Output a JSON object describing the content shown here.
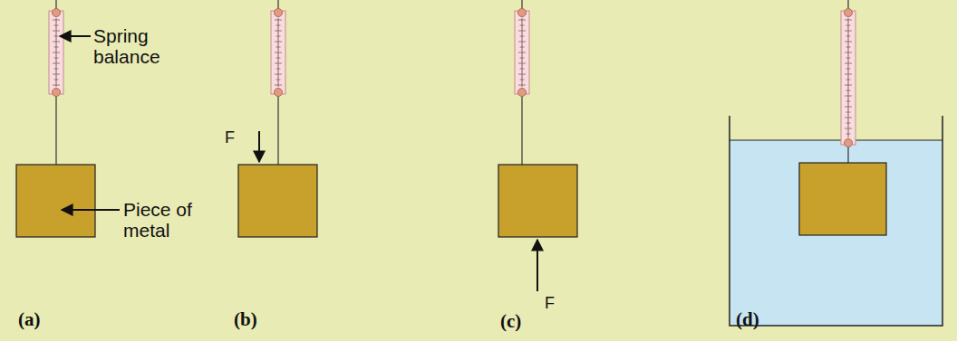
{
  "diagram": {
    "labels": [
      "Spring balance",
      "Piece of metal",
      "(a)",
      "F",
      "(b)",
      "F",
      "(c)",
      "(d)"
    ]
  }
}
